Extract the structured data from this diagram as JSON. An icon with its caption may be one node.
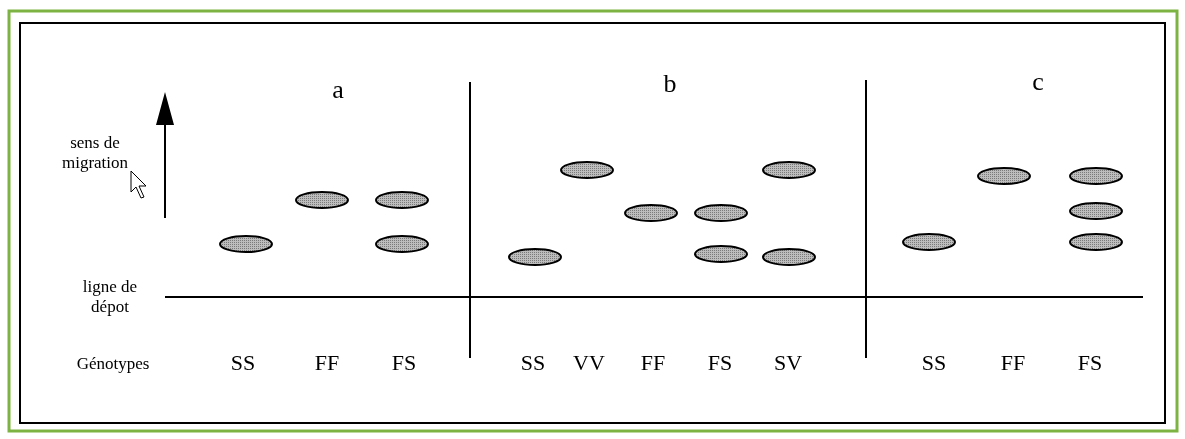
{
  "diagram": {
    "labels": [
      "a",
      "b",
      "c",
      "sens de migration",
      "ligne de dépot",
      "Génotypes",
      "SS",
      "FF",
      "FS",
      "SS",
      "VV",
      "FF",
      "FS",
      "SV",
      "SS",
      "FF",
      "FS"
    ]
  }
}
